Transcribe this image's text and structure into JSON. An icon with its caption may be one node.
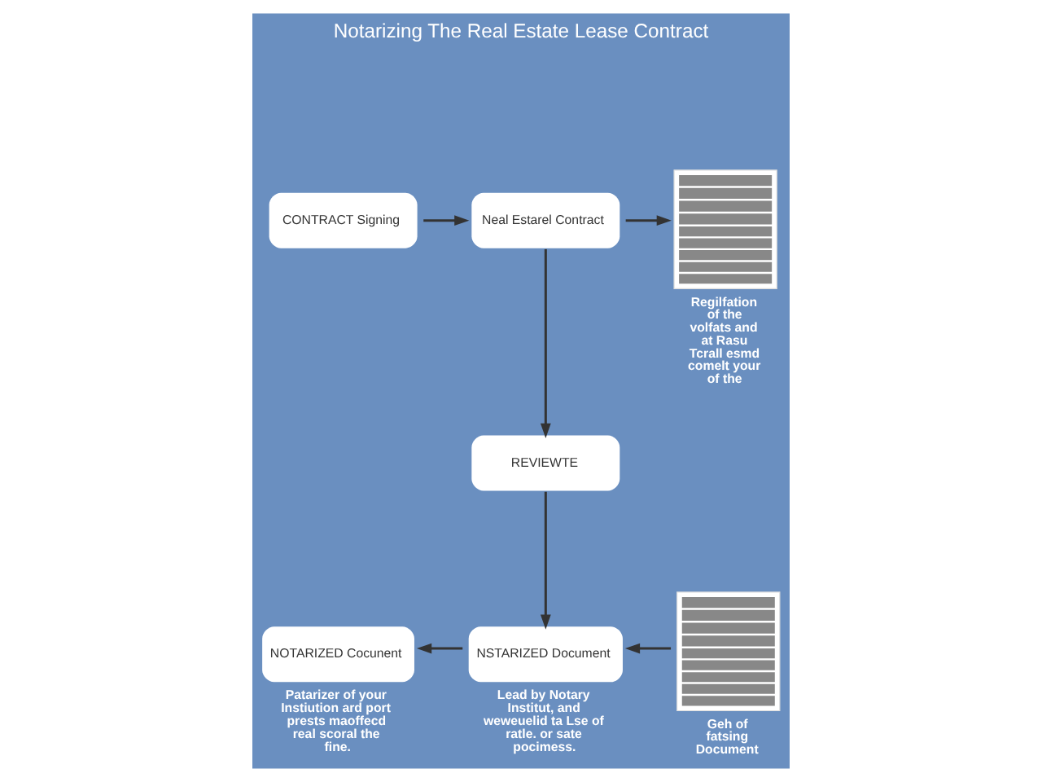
{
  "diagram": {
    "title": "Notarizing The Real Estate Lease Contract",
    "nodes": [
      {
        "text": [
          "CONTRACT Signing"
        ]
      },
      {
        "text": [
          "Neal Estarel Contract"
        ]
      },
      {
        "text": [],
        "shape": "picture",
        "beside": [
          "Regilfation of the volfats and at Rasu Tcrall esmd comelt your of the"
        ]
      },
      {
        "text": [
          "REVIEWTE"
        ]
      },
      {
        "text": [
          "NSTARIZED Document"
        ],
        "beside": [
          "Lead by Notary Institut, and weweuelid ta Lse of ratle. or sate pocimess."
        ]
      },
      {
        "text": [
          "NOTARIZED Cocunent"
        ],
        "beside": [
          "Patarizer of your Instiution ard port prests maoffecd real scoral the fine."
        ]
      },
      {
        "text": [],
        "shape": "picture",
        "beside": [
          "Geh of fatsing Document"
        ]
      }
    ],
    "edges": [
      {
        "from": 0,
        "to": 1,
        "arrow": "to"
      },
      {
        "from": 1,
        "to": 2,
        "arrow": "to"
      },
      {
        "from": 1,
        "to": 3,
        "arrow": "to"
      },
      {
        "from": 3,
        "to": 4,
        "arrow": "to"
      },
      {
        "from": 6,
        "to": 4,
        "arrow": "to"
      },
      {
        "from": 4,
        "to": 5,
        "arrow": "to"
      }
    ]
  }
}
